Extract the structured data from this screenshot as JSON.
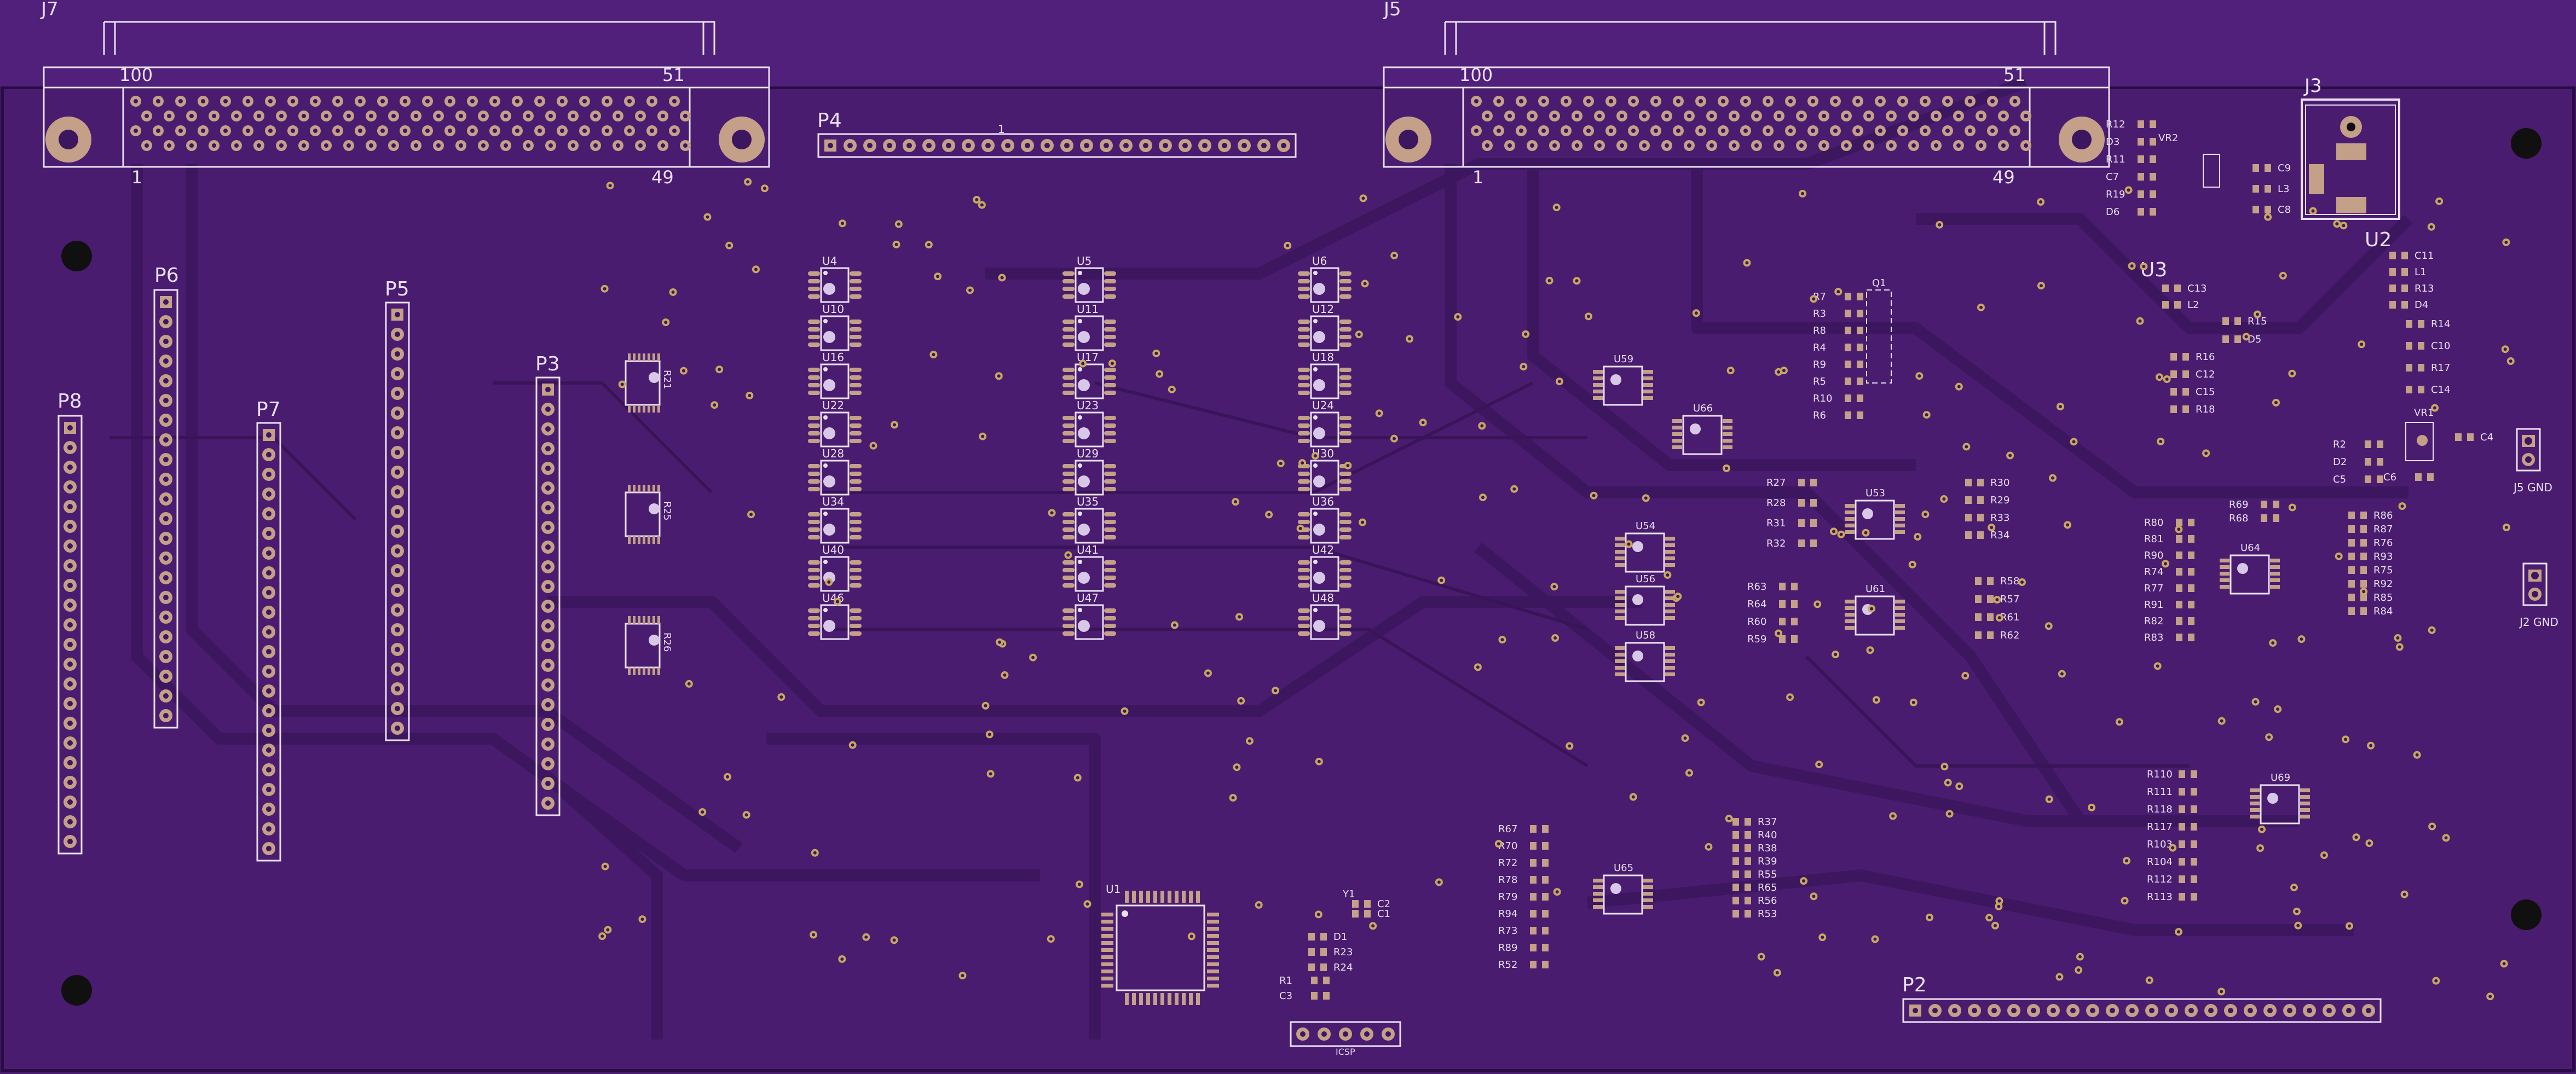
{
  "colors": {
    "background": "#4b1e74",
    "board": "#4a1c70",
    "trace": "#3d1660",
    "copper": "#c4a088",
    "silk": "#e8e0f0",
    "hole": "#101010"
  },
  "connectors": {
    "j7": {
      "ref": "J7",
      "pin_first_top": "100",
      "pin_last_top": "51",
      "pin_first_bottom": "1",
      "pin_last_bottom": "49"
    },
    "j5": {
      "ref": "J5",
      "pin_first_top": "100",
      "pin_last_top": "51",
      "pin_first_bottom": "1",
      "pin_last_bottom": "49"
    },
    "j3": {
      "ref": "J3"
    },
    "j5gnd": {
      "ref": "J5 GND"
    },
    "j2gnd": {
      "ref": "J2 GND"
    },
    "icsp": {
      "ref": "ICSP"
    }
  },
  "headers": {
    "p2": "P2",
    "p3": "P3",
    "p4": "P4",
    "p5": "P5",
    "p6": "P6",
    "p7": "P7",
    "p8": "P8",
    "p4_pin1": "1"
  },
  "chips": {
    "u1": "U1",
    "u2": "U2",
    "u3": "U3",
    "col1": [
      "U4",
      "U10",
      "U16",
      "U22",
      "U28",
      "U34",
      "U40",
      "U46"
    ],
    "col2": [
      "U5",
      "U11",
      "U17",
      "U23",
      "U29",
      "U35",
      "U41",
      "U47"
    ],
    "col3": [
      "U6",
      "U12",
      "U18",
      "U24",
      "U30",
      "U36",
      "U42",
      "U48"
    ],
    "ic_left": [
      "R21",
      "R25",
      "R26"
    ],
    "mid": [
      "U59",
      "U66",
      "U53",
      "U54",
      "U56",
      "U58",
      "U61",
      "U64",
      "U65",
      "U69"
    ],
    "q1": "Q1",
    "y1": "Y1",
    "vr1": "VR1",
    "vr2": "VR2"
  },
  "components": {
    "u1_area": [
      "D1",
      "R23",
      "R24",
      "R1",
      "C3",
      "C2",
      "C1"
    ],
    "q1_area": [
      "R7",
      "R3",
      "R8",
      "R4",
      "R9",
      "R5",
      "R10",
      "R6"
    ],
    "u53_area": [
      "R27",
      "R28",
      "R31",
      "R32",
      "R30",
      "R29",
      "R33",
      "R34"
    ],
    "u61_area": [
      "R63",
      "R64",
      "R60",
      "R59",
      "R58",
      "R57",
      "R61",
      "R62"
    ],
    "u64_left": [
      "R80",
      "R81",
      "R90",
      "R74",
      "R77",
      "R91",
      "R82",
      "R83"
    ],
    "u64_right": [
      "R86",
      "R87",
      "R76",
      "R93",
      "R75",
      "R92",
      "R85",
      "R84"
    ],
    "u64_top": [
      "R69",
      "R68"
    ],
    "u65_left": [
      "R67",
      "R70",
      "R72",
      "R78",
      "R79",
      "R94",
      "R73",
      "R89",
      "R52"
    ],
    "u65_right": [
      "R37",
      "R40",
      "R38",
      "R39",
      "R55",
      "R65",
      "R56",
      "R53"
    ],
    "u69_left": [
      "R110",
      "R111",
      "R118",
      "R117",
      "R103",
      "R104",
      "R112",
      "R113"
    ],
    "u3_area": [
      "C13",
      "L2",
      "R15",
      "D5",
      "R16",
      "C12",
      "C15",
      "R18"
    ],
    "u2_area": [
      "C11",
      "L1",
      "R13",
      "D4",
      "R14",
      "C10",
      "R17",
      "C14"
    ],
    "vr2_area": [
      "R12",
      "D3",
      "R11",
      "C7",
      "R19",
      "D6",
      "C9",
      "L3",
      "C8"
    ],
    "vr1_area": [
      "R2",
      "D2",
      "C5",
      "C4",
      "C6"
    ]
  }
}
